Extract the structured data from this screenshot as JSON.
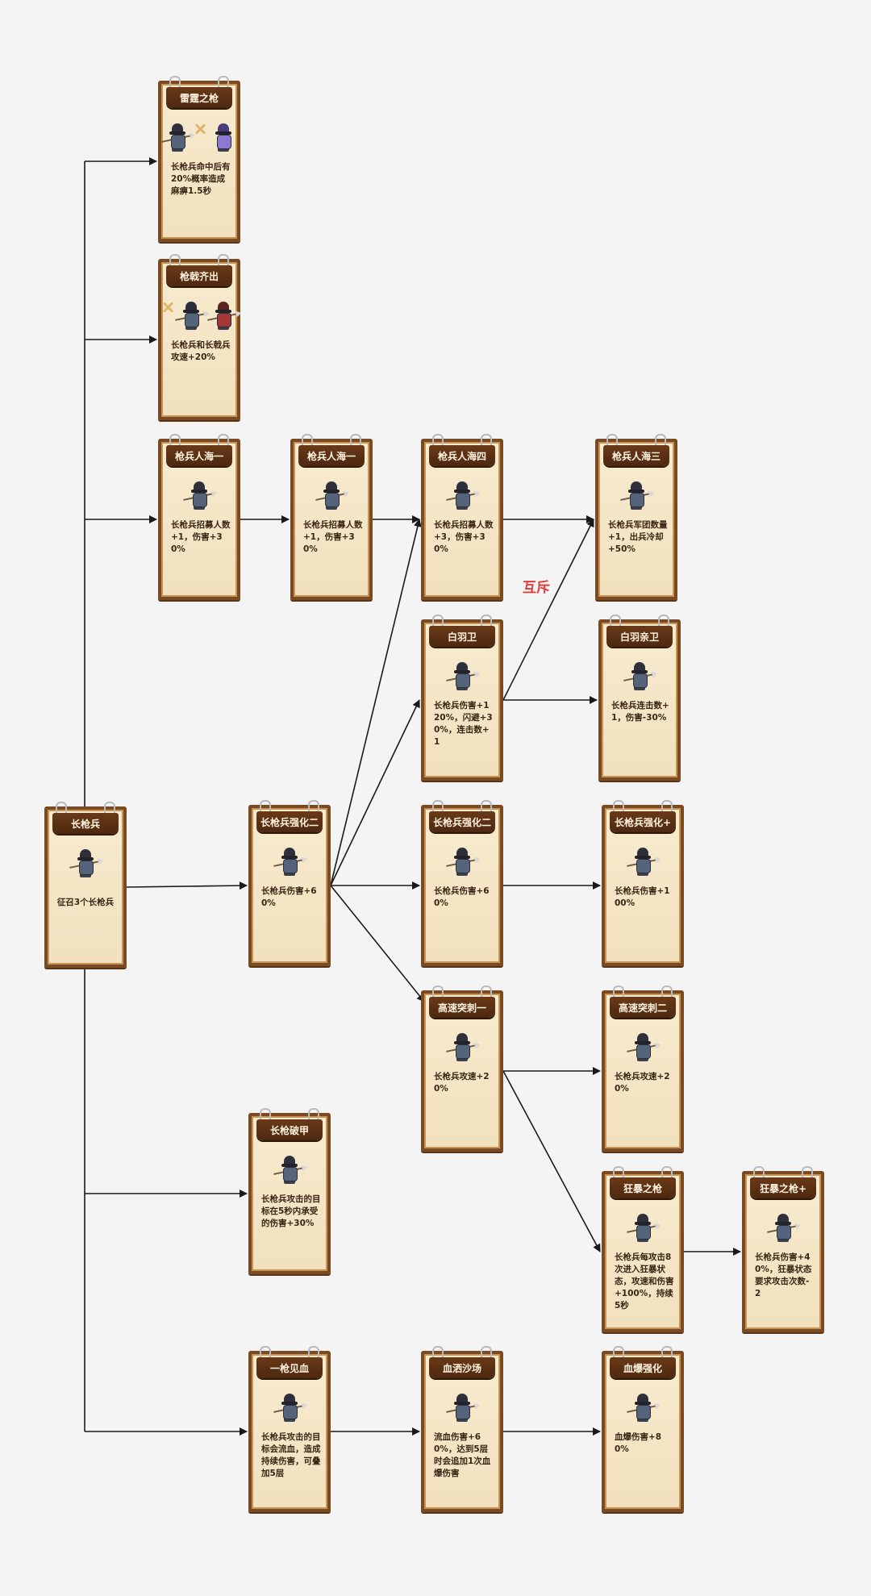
{
  "annotation": {
    "exclusive_label": "互斥"
  },
  "colors": {
    "background": "#f4f4f4",
    "card_frame": "#7a4a22",
    "card_paper": "#f5e5c4",
    "title_tab": "#5a2f12",
    "annotation_red": "#e23b3b",
    "line": "#1a1a1a"
  },
  "cards": [
    {
      "id": "changqiangbing",
      "title": "长枪兵",
      "desc": "征召3个长枪兵",
      "icon": "spearman-icon"
    },
    {
      "id": "leiting",
      "title": "雷霆之枪",
      "desc": "长枪兵命中后有20%概率造成麻痹1.5秒",
      "icon": "spearman-stun-enemy-icon"
    },
    {
      "id": "qiangji",
      "title": "枪戟齐出",
      "desc": "长枪兵和长戟兵攻速+20%",
      "icon": "spearman-halberdier-icon"
    },
    {
      "id": "renhai1a",
      "title": "枪兵人海一",
      "desc": "长枪兵招募人数+1，伤害+30%",
      "icon": "spearman-icon"
    },
    {
      "id": "renhai1b",
      "title": "枪兵人海一",
      "desc": "长枪兵招募人数+1，伤害+30%",
      "icon": "spearman-icon"
    },
    {
      "id": "renhai4",
      "title": "枪兵人海四",
      "desc": "长枪兵招募人数+3，伤害+30%",
      "icon": "spearman-icon"
    },
    {
      "id": "renhai3",
      "title": "枪兵人海三",
      "desc": "长枪兵军团数量+1，出兵冷却+50%",
      "icon": "spearman-icon"
    },
    {
      "id": "baiyuwei",
      "title": "白羽卫",
      "desc": "长枪兵伤害+120%，闪避+30%，连击数+1",
      "icon": "spearman-icon"
    },
    {
      "id": "baiyuqinwei",
      "title": "白羽亲卫",
      "desc": "长枪兵连击数+1，伤害-30%",
      "icon": "spearman-icon"
    },
    {
      "id": "qianghua2a",
      "title": "长枪兵强化二",
      "desc": "长枪兵伤害+60%",
      "icon": "spearman-icon"
    },
    {
      "id": "qianghua2b",
      "title": "长枪兵强化二",
      "desc": "长枪兵伤害+60%",
      "icon": "spearman-icon"
    },
    {
      "id": "qianghuaplus",
      "title": "长枪兵强化+",
      "desc": "长枪兵伤害+100%",
      "icon": "spearman-icon"
    },
    {
      "id": "tuci1",
      "title": "高速突刺一",
      "desc": "长枪兵攻速+20%",
      "icon": "spearman-icon"
    },
    {
      "id": "tuci2",
      "title": "高速突刺二",
      "desc": "长枪兵攻速+20%",
      "icon": "spearman-icon"
    },
    {
      "id": "pojia",
      "title": "长枪破甲",
      "desc": "长枪兵攻击的目标在5秒内承受的伤害+30%",
      "icon": "spearman-icon"
    },
    {
      "id": "kuangbao",
      "title": "狂暴之枪",
      "desc": "长枪兵每攻击8次进入狂暴状态，攻速和伤害+100%，持续5秒",
      "icon": "spearman-icon"
    },
    {
      "id": "kuangbaoplus",
      "title": "狂暴之枪+",
      "desc": "长枪兵伤害+40%，狂暴状态要求攻击次数-2",
      "icon": "spearman-icon"
    },
    {
      "id": "jianxue",
      "title": "一枪见血",
      "desc": "长枪兵攻击的目标会流血，造成持续伤害，可叠加5层",
      "icon": "spearman-icon"
    },
    {
      "id": "xuesa",
      "title": "血洒沙场",
      "desc": "流血伤害+60%，达到5层时会追加1次血爆伤害",
      "icon": "spearman-icon"
    },
    {
      "id": "xuebao",
      "title": "血爆强化",
      "desc": "血爆伤害+80%",
      "icon": "spearman-icon"
    }
  ],
  "links": [
    [
      "changqiangbing",
      "leiting"
    ],
    [
      "changqiangbing",
      "qiangji"
    ],
    [
      "changqiangbing",
      "renhai1a"
    ],
    [
      "renhai1a",
      "renhai1b"
    ],
    [
      "renhai1b",
      "renhai4"
    ],
    [
      "renhai4",
      "renhai3"
    ],
    [
      "baiyuwei",
      "renhai3"
    ],
    [
      "baiyuwei",
      "baiyuqinwei"
    ],
    [
      "changqiangbing",
      "qianghua2a"
    ],
    [
      "qianghua2a",
      "renhai4"
    ],
    [
      "qianghua2a",
      "baiyuwei"
    ],
    [
      "qianghua2a",
      "qianghua2b"
    ],
    [
      "qianghua2a",
      "tuci1"
    ],
    [
      "qianghua2b",
      "qianghuaplus"
    ],
    [
      "tuci1",
      "tuci2"
    ],
    [
      "tuci1",
      "kuangbao"
    ],
    [
      "kuangbao",
      "kuangbaoplus"
    ],
    [
      "changqiangbing",
      "pojia"
    ],
    [
      "changqiangbing",
      "jianxue"
    ],
    [
      "jianxue",
      "xuesa"
    ],
    [
      "xuesa",
      "xuebao"
    ]
  ]
}
